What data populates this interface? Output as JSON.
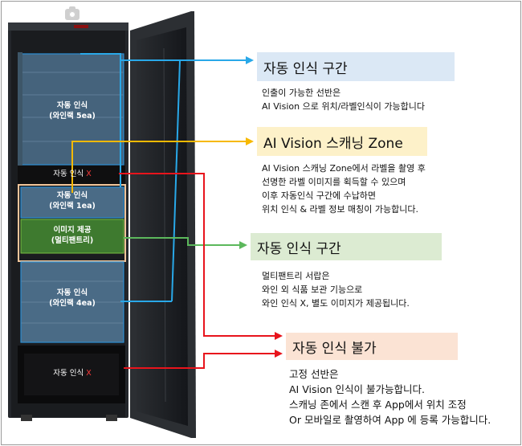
{
  "cabinet_labels": {
    "auto_top_line1": "자동 인식",
    "auto_top_line2": "(와인랙 5ea)",
    "not_recognized_top": "자동 인식",
    "not_recognized_top_x": "X",
    "auto_mid_line1": "자동 인식",
    "auto_mid_line2": "(와인랙 1ea)",
    "image_line1": "이미지 제공",
    "image_line2": "(멀티팬트리)",
    "auto_bottom_line1": "자동 인식",
    "auto_bottom_line2": "(와인랙 4ea)",
    "not_recognized_bottom": "자동 인식",
    "not_recognized_bottom_x": "X"
  },
  "callouts": [
    {
      "title": "자동 인식 구간",
      "description": "인출이 가능한 선반은\nAI Vision 으로 위치/라벨인식이 가능합니다",
      "color": "#dbe8f5",
      "arrow_color": "#29a8e8"
    },
    {
      "title": "AI Vision 스캐닝 Zone",
      "description": "AI Vision 스캐닝 Zone에서 라벨을 촬영 후\n선명한 라벨 이미지를 획득할 수 있으며\n이후 자동인식 구간에 수납하면\n위치 인식 & 라벨 정보 매칭이 가능합니다.",
      "color": "#fdf1c9",
      "arrow_color": "#f7b900"
    },
    {
      "title": "자동 인식 구간",
      "description": "멀티팬트리 서랍은\n와인 외 식품 보관 기능으로\n와인 인식 X, 별도 이미지가 제공됩니다.",
      "color": "#dcebd2",
      "arrow_color": "#5cb85c"
    },
    {
      "title": "자동 인식 불가",
      "description": "고정 선반은\nAI Vision 인식이 불가능합니다.\n스캐닝 존에서 스캔 후 App에서 위치 조정\nOr 모바일로 촬영하여 App 에 등록 가능합니다.",
      "color": "#fbe3d4",
      "arrow_color": "#e8141c"
    }
  ],
  "icons": [
    "camera-icon"
  ]
}
